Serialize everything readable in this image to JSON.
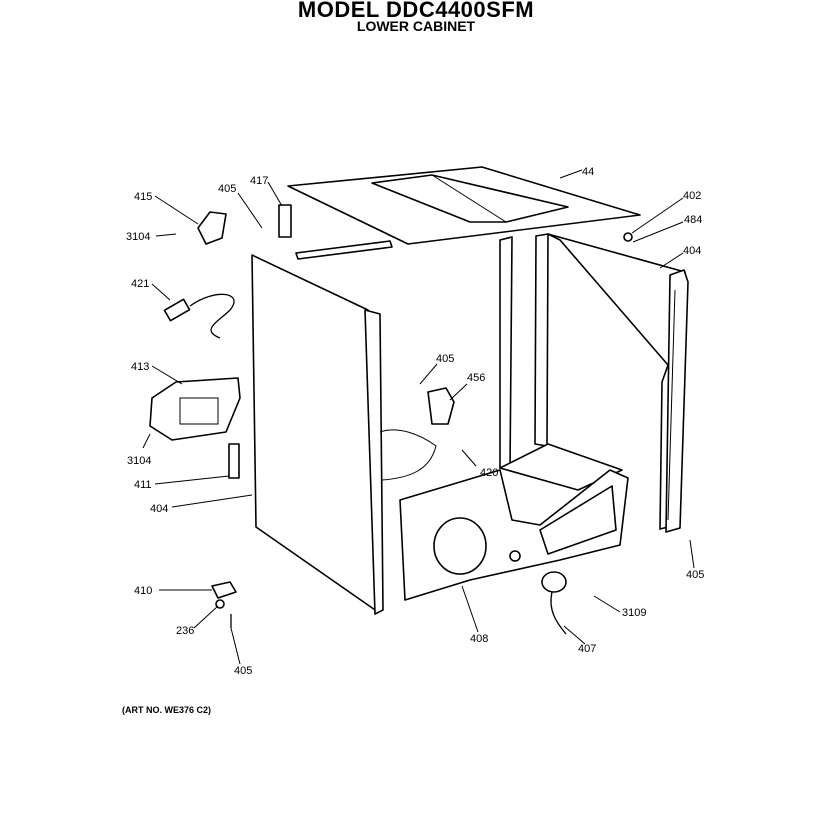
{
  "header": {
    "title": "MODEL DDC4400SFM",
    "subtitle": "LOWER CABINET"
  },
  "footer": {
    "art_no": "(ART NO. WE376 C2)"
  },
  "callouts": {
    "p44": "44",
    "p402": "402",
    "p484": "484",
    "p404_right": "404",
    "p405_top": "405",
    "p417": "417",
    "p415": "415",
    "p3104_top": "3104",
    "p421": "421",
    "p413": "413",
    "p3104_left": "3104",
    "p411": "411",
    "p404_left": "404",
    "p405_mid": "405",
    "p456": "456",
    "p420": "420",
    "p405_right": "405",
    "p410": "410",
    "p236": "236",
    "p405_bottom": "405",
    "p408": "408",
    "p407": "407",
    "p3109": "3109"
  }
}
